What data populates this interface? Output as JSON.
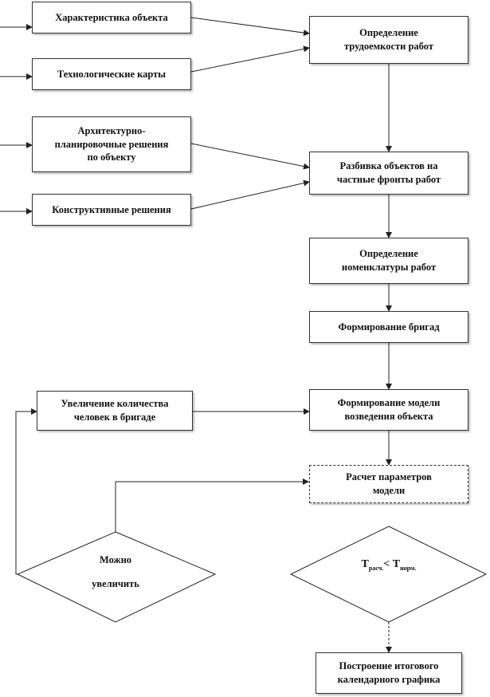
{
  "inputs": {
    "object_characteristics": "Характеристика объекта",
    "technological_maps": "Технологические карты",
    "architectural_solutions": "Архитектурно-\nпланировочные решения\nпо объекту",
    "structural_solutions": "Конструктивные решения"
  },
  "steps": {
    "labor_intensity": "Определение\nтрудоемкости работ",
    "split_fronts": "Разбивка объектов на\nчастные фронты работ",
    "nomenclature": "Определение\nноменклатуры работ",
    "brigades": "Формирование бригад",
    "model": "Формирование модели\nвозведения объекта",
    "params": "Расчет параметров\nмодели",
    "increase_people": "Увеличение количества\nчеловек в бригаде",
    "final_schedule": "Построение итогового\nкалендарного графика"
  },
  "decisions": {
    "can_increase": "Можно\n\nувеличить",
    "t_calc_prefix": "T",
    "t_calc_sub": "расч.",
    "t_compare": "< T",
    "t_norm_sub": "норм."
  }
}
